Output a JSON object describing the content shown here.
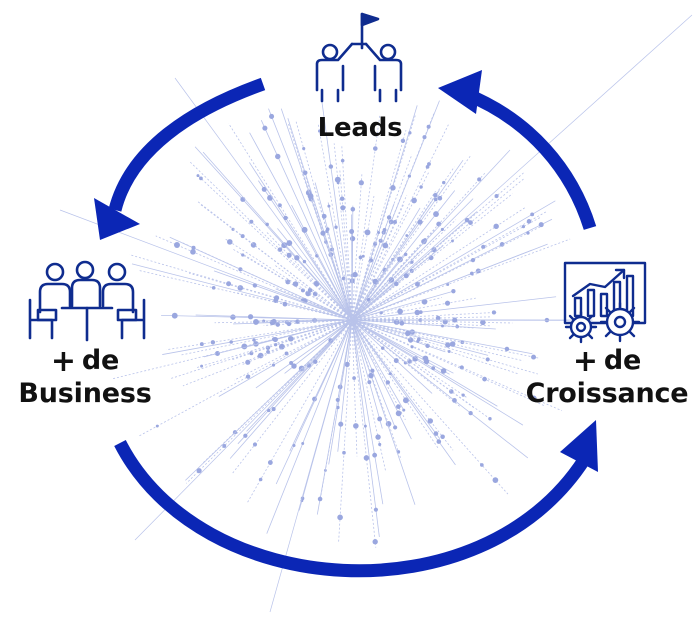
{
  "colors": {
    "arrow": "#0b26b5",
    "icon": "#0f2c8f",
    "network": "#b9c3ea",
    "node": "#9aa7df",
    "text": "#111111"
  },
  "nodes": {
    "leads": {
      "title": "Leads",
      "icon": "team-flag-icon"
    },
    "business": {
      "prefix": "+",
      "line1": "de",
      "line2": "Business",
      "icon": "meeting-icon"
    },
    "croissance": {
      "prefix": "+",
      "line1": "de",
      "line2": "Croissance",
      "icon": "growth-chart-gears-icon"
    }
  },
  "cycle": [
    "leads",
    "business",
    "croissance"
  ]
}
